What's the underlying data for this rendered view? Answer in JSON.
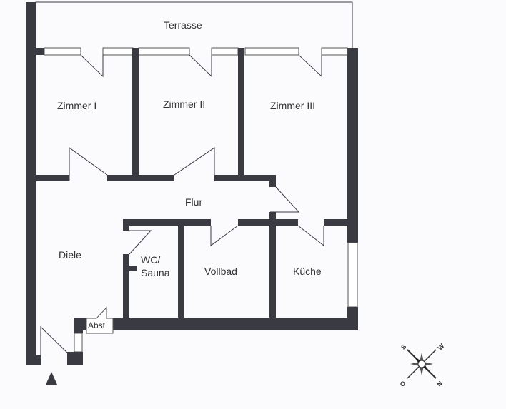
{
  "floorplan": {
    "rooms": [
      {
        "id": "terrasse",
        "label": "Terrasse"
      },
      {
        "id": "zimmer1",
        "label": "Zimmer I"
      },
      {
        "id": "zimmer2",
        "label": "Zimmer II"
      },
      {
        "id": "zimmer3",
        "label": "Zimmer III"
      },
      {
        "id": "flur",
        "label": "Flur"
      },
      {
        "id": "diele",
        "label": "Diele"
      },
      {
        "id": "wc",
        "label_line1": "WC/",
        "label_line2": "Sauna"
      },
      {
        "id": "vollbad",
        "label": "Vollbad"
      },
      {
        "id": "kueche",
        "label": "Küche"
      },
      {
        "id": "abst",
        "label": "Abst."
      }
    ],
    "compass": {
      "n": "N",
      "s": "S",
      "o": "O",
      "w": "W"
    },
    "colors": {
      "wall": "#3a3a42",
      "background": "#fbfbfd"
    }
  }
}
